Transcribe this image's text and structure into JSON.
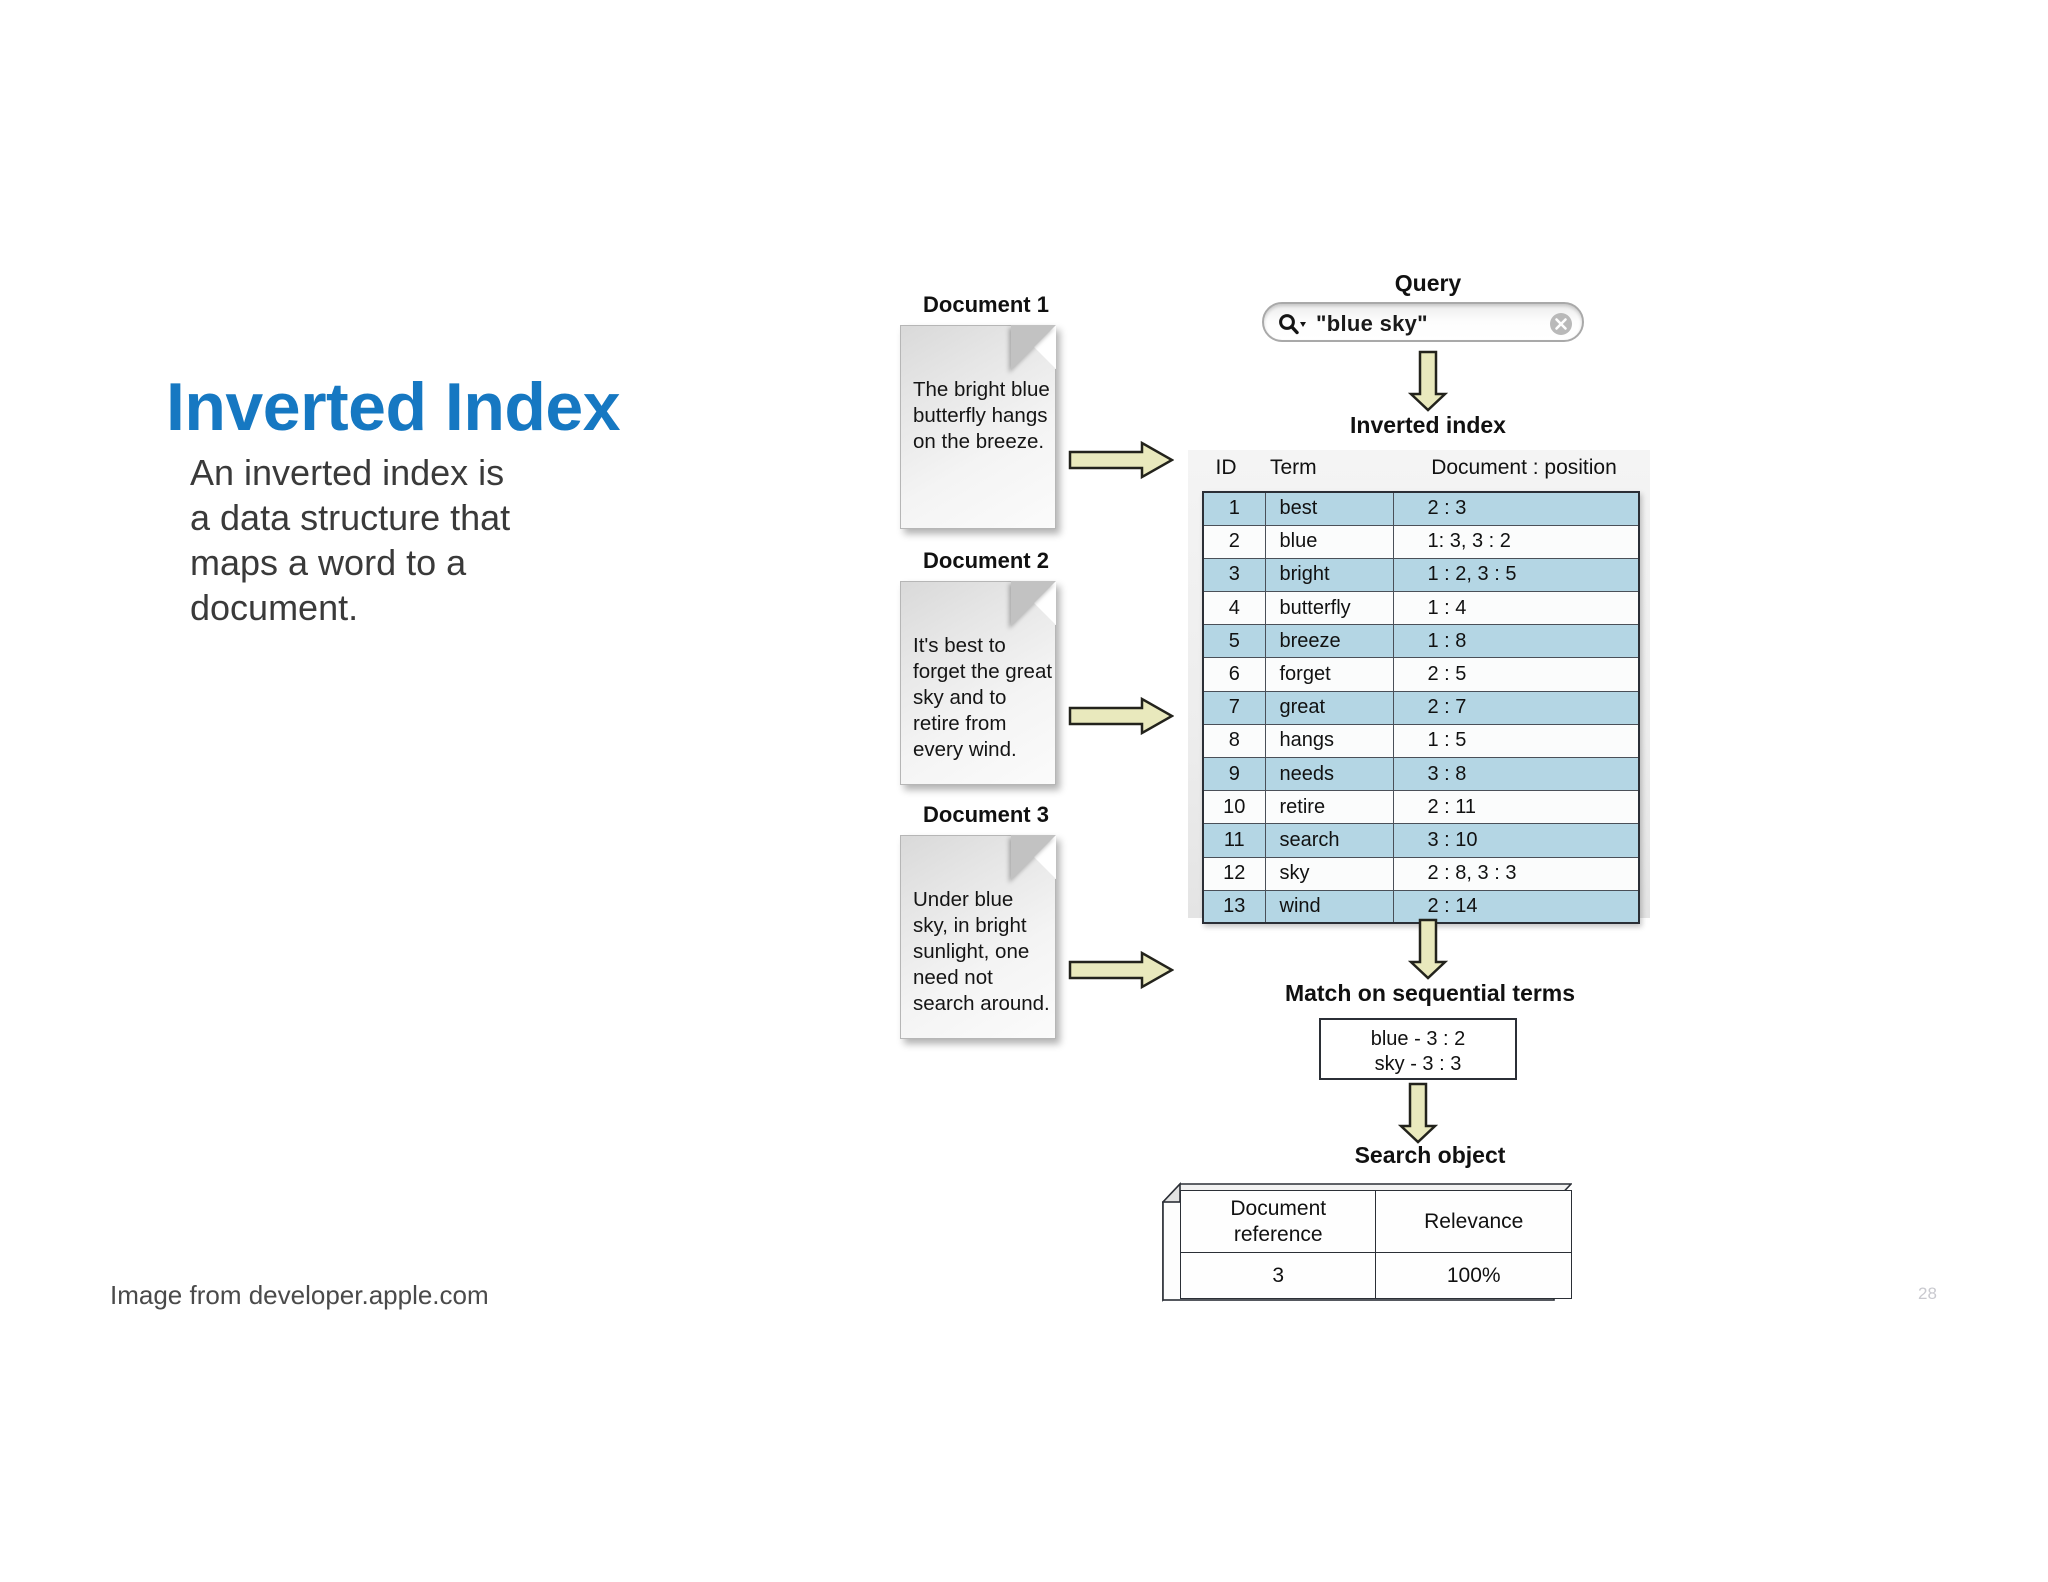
{
  "slide": {
    "title": "Inverted Index",
    "body_lines": [
      "An inverted index is",
      "a data structure that",
      "maps a word to a",
      "document."
    ],
    "credit": "Image from developer.apple.com",
    "page_number": "28",
    "accent_color": "#1678C2",
    "text_color": "#3a3a3a"
  },
  "diagram": {
    "documents": [
      {
        "label": "Document 1",
        "lines": [
          "The bright blue",
          "butterfly hangs",
          "on the breeze."
        ]
      },
      {
        "label": "Document 2",
        "lines": [
          "It's best to",
          "forget the great",
          "sky and to",
          "retire from",
          "every wind."
        ]
      },
      {
        "label": "Document 3",
        "lines": [
          "Under blue",
          "sky, in bright",
          "sunlight, one",
          "need not",
          "search around."
        ]
      }
    ],
    "query": {
      "label": "Query",
      "value": "\"blue sky\"",
      "search_icon": "magnifier-dropdown-icon",
      "clear_icon": "clear-circle-icon"
    },
    "index": {
      "heading": "Inverted index",
      "columns": [
        "ID",
        "Term",
        "Document : position"
      ],
      "rows": [
        {
          "id": "1",
          "term": "best",
          "position": "2 : 3"
        },
        {
          "id": "2",
          "term": "blue",
          "position": "1: 3, 3 : 2"
        },
        {
          "id": "3",
          "term": "bright",
          "position": "1 : 2, 3 : 5"
        },
        {
          "id": "4",
          "term": "butterfly",
          "position": "1 : 4"
        },
        {
          "id": "5",
          "term": "breeze",
          "position": "1 : 8"
        },
        {
          "id": "6",
          "term": "forget",
          "position": "2 : 5"
        },
        {
          "id": "7",
          "term": "great",
          "position": "2 : 7"
        },
        {
          "id": "8",
          "term": "hangs",
          "position": "1 : 5"
        },
        {
          "id": "9",
          "term": "needs",
          "position": "3 : 8"
        },
        {
          "id": "10",
          "term": "retire",
          "position": "2 : 11"
        },
        {
          "id": "11",
          "term": "search",
          "position": "3 : 10"
        },
        {
          "id": "12",
          "term": "sky",
          "position": "2 : 8, 3 : 3"
        },
        {
          "id": "13",
          "term": "wind",
          "position": "2 : 14"
        }
      ],
      "row_highlight_color": "#b4d6e4",
      "row_plain_color": "#fbfcfc"
    },
    "match": {
      "label": "Match on sequential terms",
      "lines": [
        "blue - 3 : 2",
        "sky -  3 : 3"
      ]
    },
    "search_object": {
      "label": "Search object",
      "columns": [
        "Document\nreference",
        "Relevance"
      ],
      "col1_head_line1": "Document",
      "col1_head_line2": "reference",
      "col2_head": "Relevance",
      "values": [
        "3",
        "100%"
      ]
    },
    "arrow_color": "#e9e9bd",
    "arrow_outline": "#2b2b22"
  }
}
